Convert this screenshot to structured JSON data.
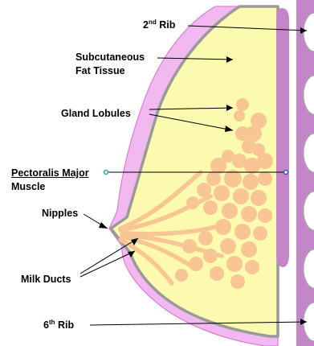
{
  "colors": {
    "skin": "#f2b8f0",
    "skin_edge": "#e07ad8",
    "fat": "#fbfaaf",
    "gland": "#f8c595",
    "outline": "#9a9a9a",
    "muscle": "#c486c8",
    "rib": "#ffffff",
    "rib_stroke": "#aaaaaa",
    "chest_band": "#c486c8",
    "pointer_marker": "#2aa7a7"
  },
  "labels": {
    "rib2": {
      "base": "2",
      "sup": "nd",
      "rest": " Rib"
    },
    "subcutaneous_line1": "Subcutaneous",
    "subcutaneous_line2": "Fat Tissue",
    "gland_lobules": "Gland Lobules",
    "pectoralis_line1": "Pectoralis Major",
    "pectoralis_line2": "Muscle",
    "nipples": "Nipples",
    "milk_ducts": "Milk Ducts",
    "rib6": {
      "base": "6",
      "sup": "th",
      "rest": " Rib"
    }
  }
}
